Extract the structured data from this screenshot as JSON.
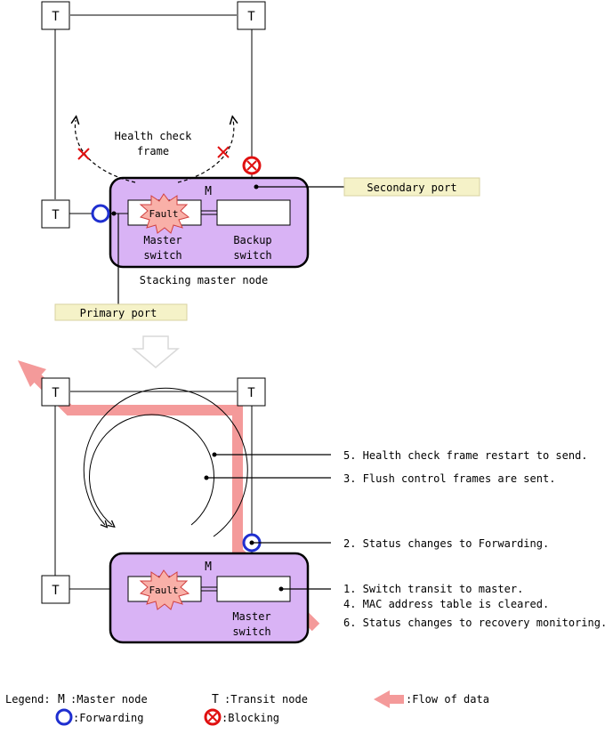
{
  "colors": {
    "node_fill": "#d9b3f5",
    "node_stroke": "#000000",
    "port_label_fill": "#f5f2c8",
    "port_label_stroke": "#d8d2a0",
    "forwarding": "#1f2fd0",
    "blocking": "#e01010",
    "fault_fill": "#f9b0a8",
    "fault_stroke": "#d04040",
    "data_flow": "#f49a9a",
    "hollow_arrow": "#d9d9d9"
  },
  "top": {
    "transit_labels": [
      "T",
      "T",
      "T"
    ],
    "master_letter": "M",
    "health_check_label_line1": "Health check",
    "health_check_label_line2": "frame",
    "fault_label": "Fault",
    "master_switch_line1": "Master",
    "master_switch_line2": "switch",
    "backup_switch_line1": "Backup",
    "backup_switch_line2": "switch",
    "node_caption": "Stacking master node",
    "secondary_port_label": "Secondary port",
    "primary_port_label": "Primary port"
  },
  "bottom": {
    "transit_labels": [
      "T",
      "T",
      "T"
    ],
    "master_letter": "M",
    "fault_label": "Fault",
    "master_switch_line1": "Master",
    "master_switch_line2": "switch",
    "steps": [
      "5. Health check frame restart to send.",
      "3. Flush control frames are sent.",
      "2. Status changes to Forwarding.",
      "1. Switch transit to master.",
      "4. MAC address table is cleared.",
      "6. Status changes to recovery monitoring."
    ]
  },
  "legend": {
    "title": "Legend:",
    "master_symbol": "M",
    "master_text": ":Master node",
    "transit_symbol": "T",
    "transit_text": ":Transit node",
    "flow_text": ":Flow of data",
    "forwarding_text": ":Forwarding",
    "blocking_text": ":Blocking"
  }
}
